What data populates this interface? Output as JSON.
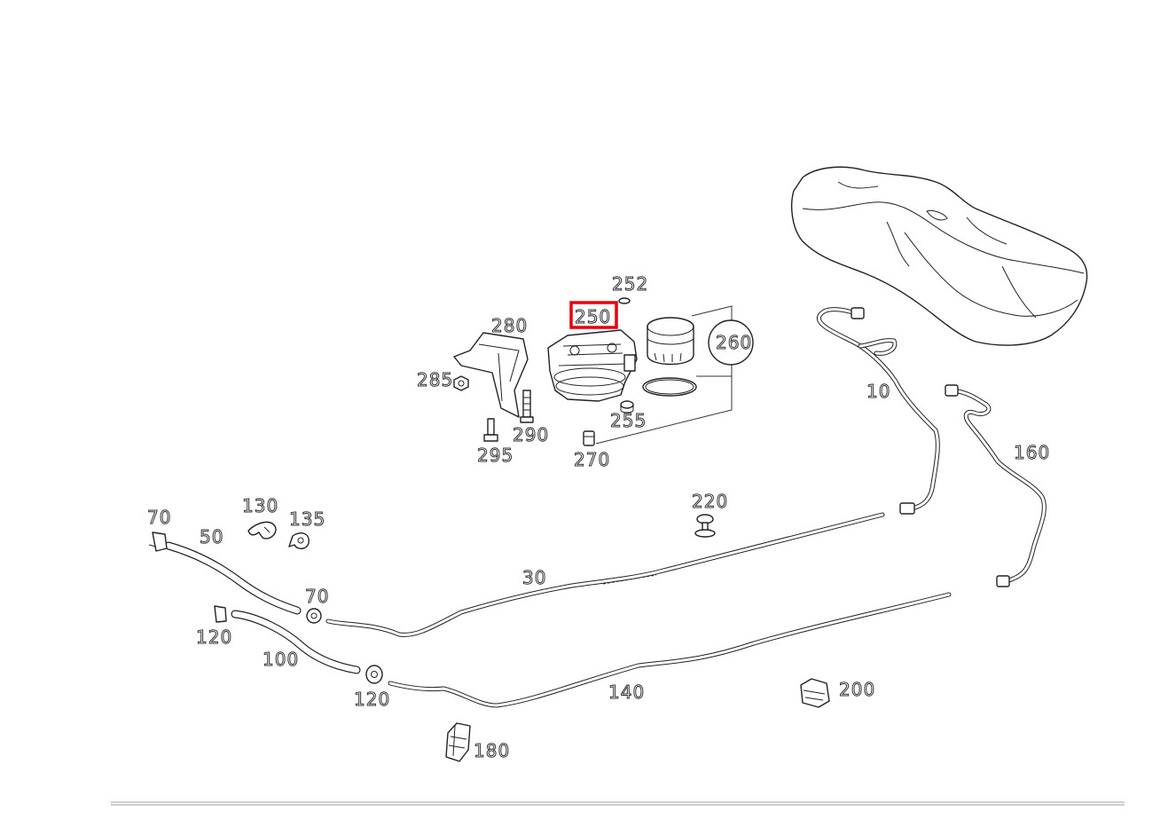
{
  "diagram": {
    "highlight_color": "#e8000b",
    "selected_callout": "250",
    "callouts": {
      "c10": "10",
      "c30": "30",
      "c50": "50",
      "c70a": "70",
      "c70b": "70",
      "c100": "100",
      "c120a": "120",
      "c120b": "120",
      "c130": "130",
      "c135": "135",
      "c140": "140",
      "c160": "160",
      "c180": "180",
      "c200": "200",
      "c220": "220",
      "c250": "250",
      "c252": "252",
      "c255": "255",
      "c260": "260",
      "c270": "270",
      "c280": "280",
      "c285": "285",
      "c290": "290",
      "c295": "295"
    }
  }
}
